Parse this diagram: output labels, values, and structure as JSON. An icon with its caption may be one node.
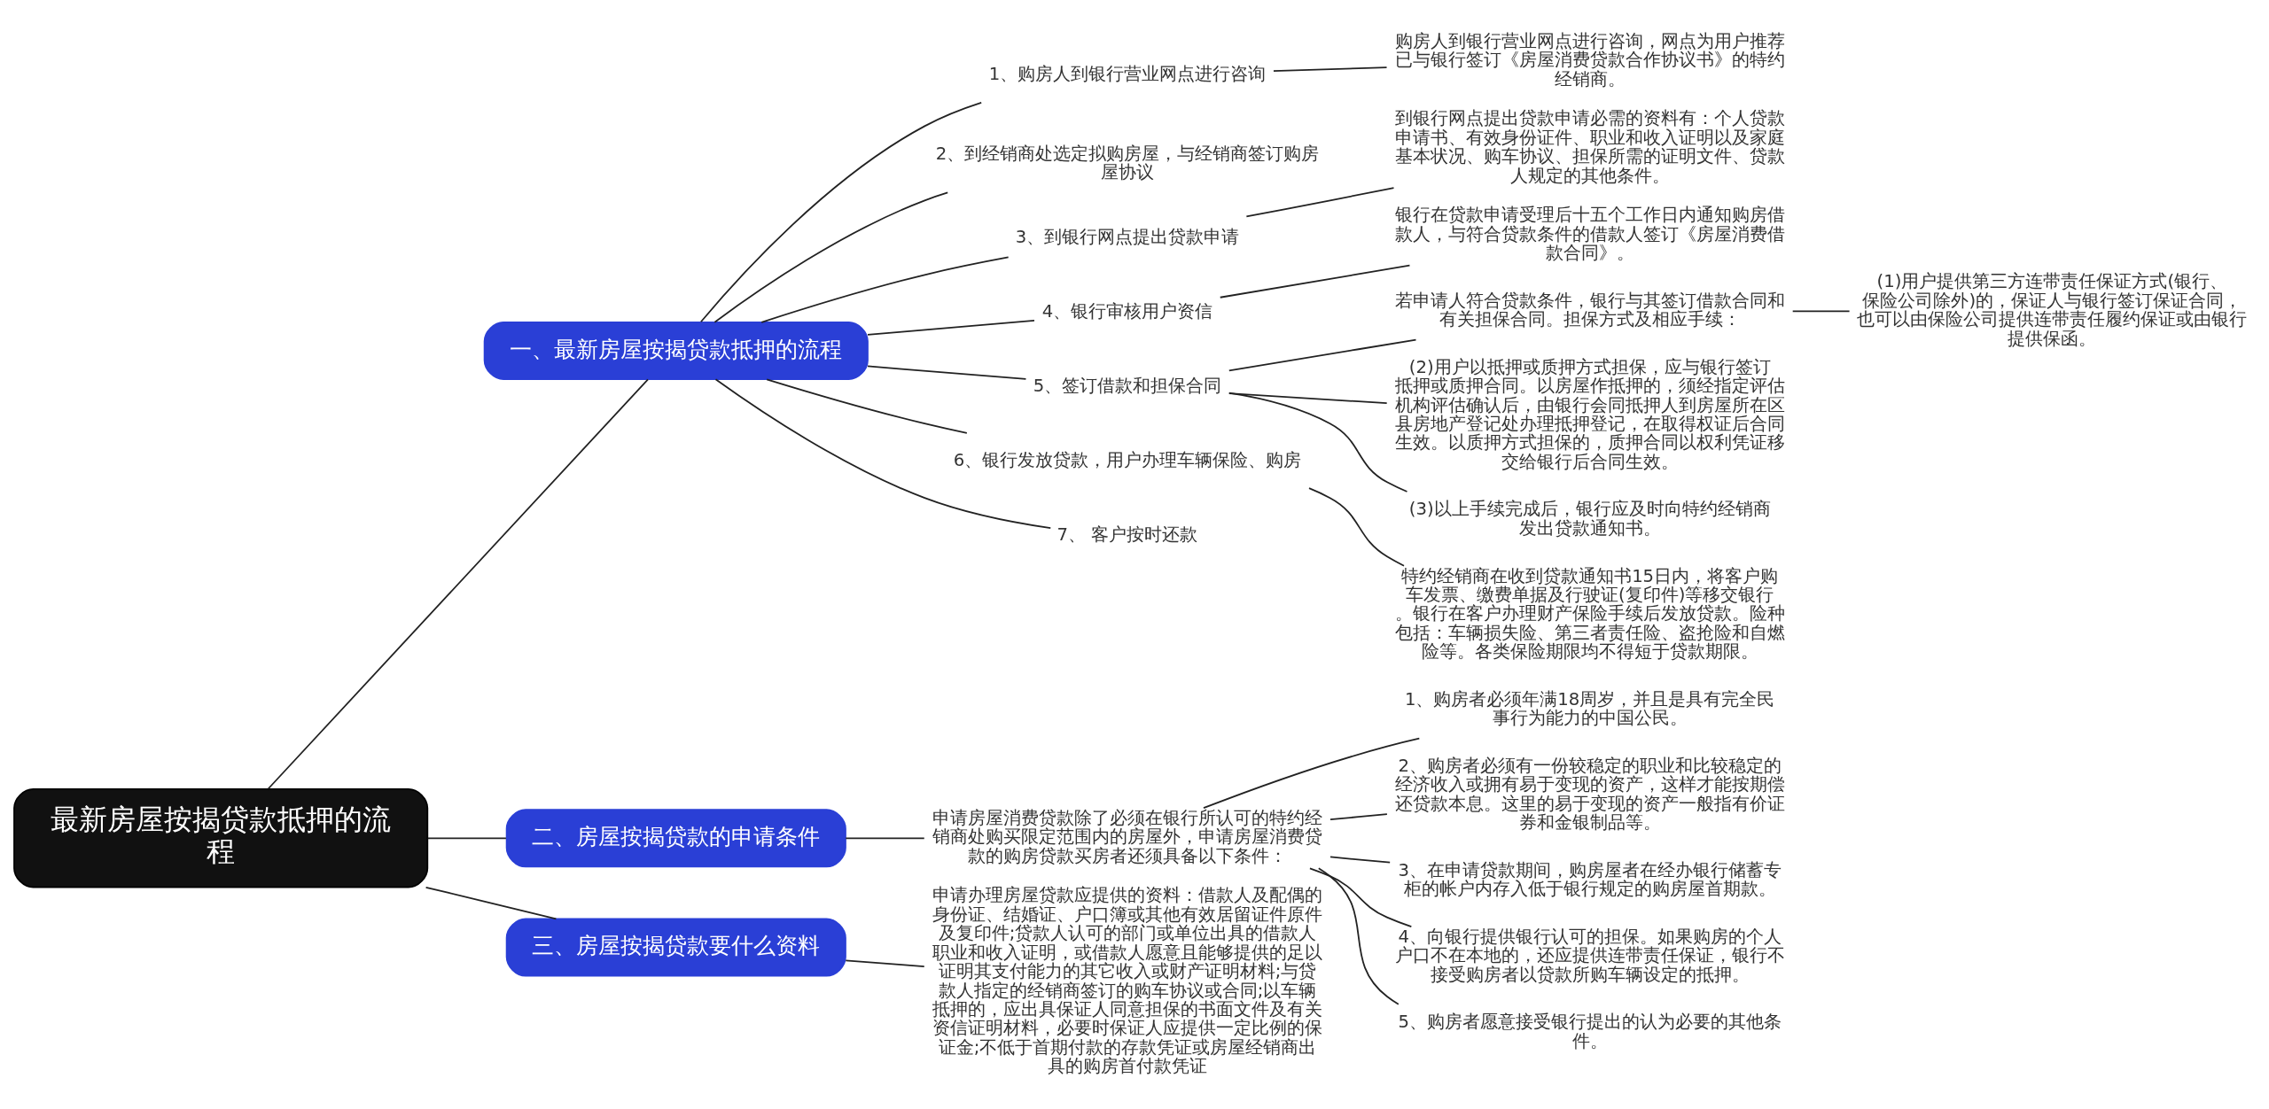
{
  "diagram": {
    "nodes": [
      {
        "text": [
          "最新房屋按揭贷款抵押的流程"
        ]
      },
      {
        "text": [
          "一、最新房屋按揭贷款抵押的流程"
        ]
      },
      {
        "text": [
          "1、购房人到银行营业网点进行咨询"
        ]
      },
      {
        "text": [
          "购房人到银行营业网点进行咨询，网点为用户推荐已与银行签订《房屋消费贷款合作协议书》的特约经销商。"
        ]
      },
      {
        "text": [
          "2、到经销商处选定拟购房屋，与经销商签订购房屋协议"
        ]
      },
      {
        "text": [
          "3、到银行网点提出贷款申请"
        ]
      },
      {
        "text": [
          "到银行网点提出贷款申请必需的资料有：个人贷款申请书、有效身份证件、职业和收入证明以及家庭基本状况、购车协议、担保所需的证明文件、贷款人规定的其他条件。"
        ]
      },
      {
        "text": [
          "4、银行审核用户资信"
        ]
      },
      {
        "text": [
          "银行在贷款申请受理后十五个工作日内通知购房借款人，与符合贷款条件的借款人签订《房屋消费借款合同》。"
        ]
      },
      {
        "text": [
          "5、签订借款和担保合同"
        ]
      },
      {
        "text": [
          "若申请人符合贷款条件，银行与其签订借款合同和有关担保合同。担保方式及相应手续："
        ]
      },
      {
        "text": [
          "(1)用户提供第三方连带责任保证方式(银行、保险公司除外)的，保证人与银行签订保证合同，也可以由保险公司提供连带责任履约保证或由银行提供保函。"
        ]
      },
      {
        "text": [
          "(2)用户以抵押或质押方式担保，应与银行签订抵押或质押合同。以房屋作抵押的，须经指定评估机构评估确认后，由银行会同抵押人到房屋所在区县房地产登记处办理抵押登记，在取得权证后合同生效。以质押方式担保的，质押合同以权利凭证移交给银行后合同生效。"
        ]
      },
      {
        "text": [
          "(3)以上手续完成后，银行应及时向特约经销商发出贷款通知书。"
        ]
      },
      {
        "text": [
          "6、银行发放贷款，用户办理车辆保险、购房"
        ]
      },
      {
        "text": [
          "特约经销商在收到贷款通知书15日内，将客户购车发票、缴费单据及行驶证(复印件)等移交银行。银行在客户办理财产保险手续后发放贷款。险种包括：车辆损失险、第三者责任险、盗抢险和自燃险等。各类保险期限均不得短于贷款期限。"
        ]
      },
      {
        "text": [
          "7、 客户按时还款"
        ]
      },
      {
        "text": [
          "二、房屋按揭贷款的申请条件"
        ]
      },
      {
        "text": [
          "申请房屋消费贷款除了必须在银行所认可的特约经销商处购买限定范围内的房屋外，申请房屋消费贷款的购房贷款买房者还须具备以下条件："
        ]
      },
      {
        "text": [
          "1、购房者必须年满18周岁，并且是具有完全民事行为能力的中国公民。"
        ]
      },
      {
        "text": [
          "2、购房者必须有一份较稳定的职业和比较稳定的经济收入或拥有易于变现的资产，这样才能按期偿还贷款本息。这里的易于变现的资产一般指有价证券和金银制品等。"
        ]
      },
      {
        "text": [
          "3、在申请贷款期间，购房屋者在经办银行储蓄专柜的帐户内存入低于银行规定的购房屋首期款。"
        ]
      },
      {
        "text": [
          "4、向银行提供银行认可的担保。如果购房的个人户口不在本地的，还应提供连带责任保证，银行不接受购房者以贷款所购车辆设定的抵押。"
        ]
      },
      {
        "text": [
          "5、购房者愿意接受银行提出的认为必要的其他条件。"
        ]
      },
      {
        "text": [
          "三、房屋按揭贷款要什么资料"
        ]
      },
      {
        "text": [
          "申请办理房屋贷款应提供的资料：借款人及配偶的身份证、结婚证、户口簿或其他有效居留证件原件及复印件;贷款人认可的部门或单位出具的借款人职业和收入证明，或借款人愿意且能够提供的足以证明其支付能力的其它收入或财产证明材料;与贷款人指定的经销商签订的购车协议或合同;以车辆抵押的，应出具保证人同意担保的书面文件及有关资信证明材料，必要时保证人应提供一定比例的保证金;不低于首期付款的存款凭证或房屋经销商出具的购房首付款凭证"
        ]
      }
    ],
    "edges": [
      {
        "from": 0,
        "to": 1,
        "arrow": "none"
      },
      {
        "from": 1,
        "to": 2,
        "arrow": "none"
      },
      {
        "from": 2,
        "to": 3,
        "arrow": "none"
      },
      {
        "from": 1,
        "to": 4,
        "arrow": "none"
      },
      {
        "from": 1,
        "to": 5,
        "arrow": "none"
      },
      {
        "from": 5,
        "to": 6,
        "arrow": "none"
      },
      {
        "from": 1,
        "to": 7,
        "arrow": "none"
      },
      {
        "from": 7,
        "to": 8,
        "arrow": "none"
      },
      {
        "from": 1,
        "to": 9,
        "arrow": "none"
      },
      {
        "from": 9,
        "to": 10,
        "arrow": "none"
      },
      {
        "from": 10,
        "to": 11,
        "arrow": "none"
      },
      {
        "from": 9,
        "to": 12,
        "arrow": "none"
      },
      {
        "from": 9,
        "to": 13,
        "arrow": "none"
      },
      {
        "from": 1,
        "to": 14,
        "arrow": "none"
      },
      {
        "from": 14,
        "to": 15,
        "arrow": "none"
      },
      {
        "from": 1,
        "to": 16,
        "arrow": "none"
      },
      {
        "from": 0,
        "to": 17,
        "arrow": "none"
      },
      {
        "from": 17,
        "to": 18,
        "arrow": "none"
      },
      {
        "from": 18,
        "to": 19,
        "arrow": "none"
      },
      {
        "from": 18,
        "to": 20,
        "arrow": "none"
      },
      {
        "from": 18,
        "to": 21,
        "arrow": "none"
      },
      {
        "from": 18,
        "to": 22,
        "arrow": "none"
      },
      {
        "from": 18,
        "to": 23,
        "arrow": "none"
      },
      {
        "from": 0,
        "to": 24,
        "arrow": "none"
      },
      {
        "from": 24,
        "to": 25,
        "arrow": "none"
      }
    ]
  }
}
